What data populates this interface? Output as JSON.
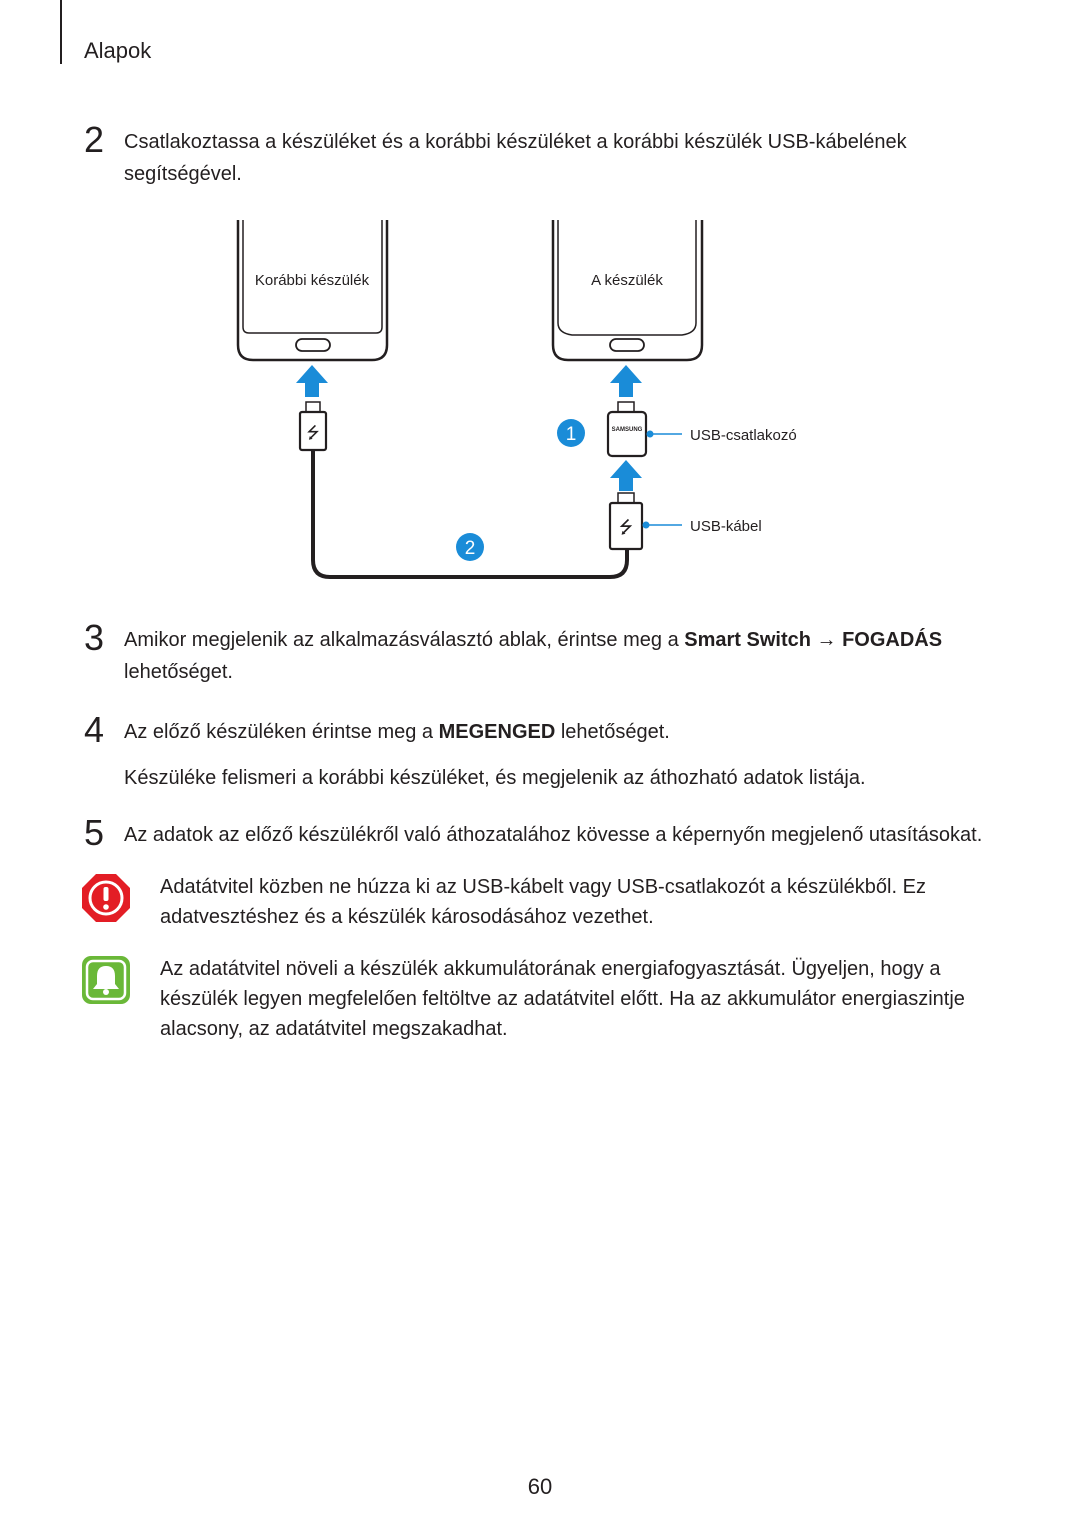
{
  "header": {
    "section_title": "Alapok"
  },
  "steps": [
    {
      "number": "2",
      "text": "Csatlakoztassa a készüléket és a korábbi készüléket a korábbi készülék USB-kábelének segítségével."
    },
    {
      "number": "3",
      "text_before": "Amikor megjelenik az alkalmazásválasztó ablak, érintse meg a ",
      "bold1": "Smart Switch",
      "arrow": " → ",
      "bold2": "FOGADÁS",
      "text_after": " lehetőséget."
    },
    {
      "number": "4",
      "text_before": "Az előző készüléken érintse meg a ",
      "bold1": "MEGENGED",
      "text_after": " lehetőséget.",
      "sub": "Készüléke felismeri a korábbi készüléket, és megjelenik az áthozható adatok listája."
    },
    {
      "number": "5",
      "text": "Az adatok az előző készülékről való áthozatalához kövesse a képernyőn megjelenő utasításokat."
    }
  ],
  "diagram": {
    "old_device_label": "Korábbi készülék",
    "new_device_label": "A készülék",
    "connector_label": "USB-csatlakozó",
    "cable_label": "USB-kábel",
    "badge_1": "1",
    "badge_2": "2",
    "brand_text": "SAMSUNG",
    "accent_color": "#1a8cd8"
  },
  "notes": [
    {
      "type": "caution",
      "icon": "caution-icon",
      "color": "#e31d25",
      "text": "Adatátvitel közben ne húzza ki az USB-kábelt vagy USB-csatlakozót a készülékből. Ez adatvesztéshez és a készülék károsodásához vezethet."
    },
    {
      "type": "notice",
      "icon": "bell-icon",
      "color": "#6ab838",
      "text": "Az adatátvitel növeli a készülék akkumulátorának energiafogyasztását. Ügyeljen, hogy a készülék legyen megfelelően feltöltve az adatátvitel előtt. Ha az akkumulátor energiaszintje alacsony, az adatátvitel megszakadhat."
    }
  ],
  "footer": {
    "page_number": "60"
  }
}
